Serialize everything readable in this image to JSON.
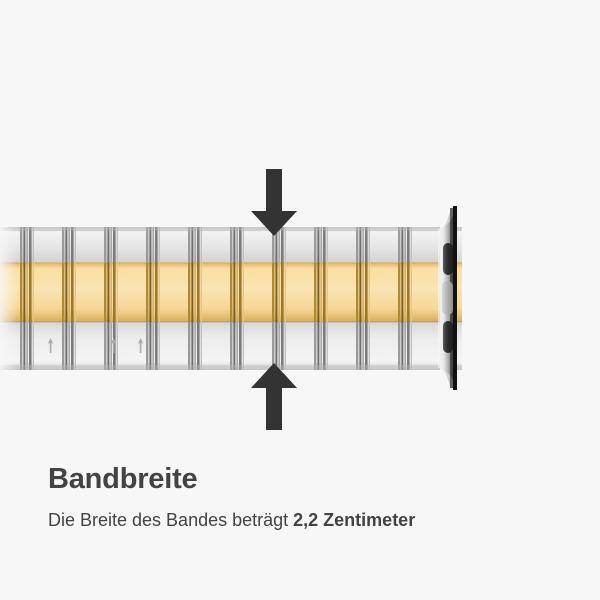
{
  "page": {
    "background_color": "#f7f7f7",
    "text_color": "#434343"
  },
  "product": {
    "type": "watch-band",
    "description": "Zweifarbiges Gliederarmband aus Edelstahl in Silber und Gold mit Anschlussstueck",
    "band_colors": {
      "silver_light": "#e9e9e9",
      "silver_mid": "#cfcfcf",
      "silver_dark": "#7d7d7d",
      "gold_light": "#fbe0a8",
      "gold_mid": "#f3d089",
      "gold_dark": "#8a6a22",
      "connector_dark": "#2b2b2b",
      "connector_pin": "#3a3a3a"
    },
    "links_count": 11
  },
  "annotation": {
    "arrow_color": "#333333",
    "arrow_top": {
      "name": "down-arrow",
      "direction": "down"
    },
    "arrow_bottom": {
      "name": "up-arrow",
      "direction": "up"
    }
  },
  "caption": {
    "heading": "Bandbreite",
    "subtitle_prefix": "Die Breite des Bandes beträgt ",
    "subtitle_measure": "2,2 Zentimeter"
  }
}
